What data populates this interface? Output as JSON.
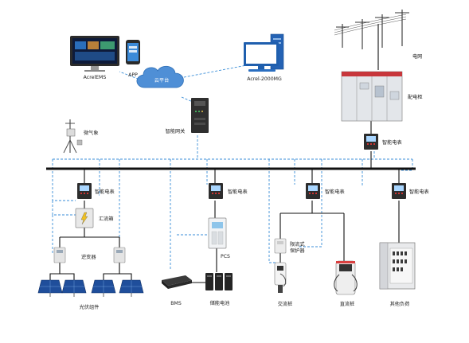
{
  "labels": {
    "ems": "AcrelEMS",
    "app": "APP",
    "cloud": "云平台",
    "mg": "Acrel-2000MG",
    "grid": "电网",
    "cabinet": "配电柜",
    "weather": "微气象",
    "gateway": "智能网关",
    "meter": "智能电表",
    "combiner": "汇流箱",
    "inverter": "逆变器",
    "pv": "光伏组件",
    "pcs": "PCS",
    "bms": "BMS",
    "battery": "储能电池",
    "protector_1": "限流式",
    "protector_2": "保护器",
    "ac_pile": "交流桩",
    "dc_pile": "直流桩",
    "load": "其他负荷"
  },
  "colors": {
    "dashed_link": "#3a8ed8",
    "bus": "#111111",
    "cloud": "#4f8fd6",
    "screen": "#1c5fb4"
  }
}
